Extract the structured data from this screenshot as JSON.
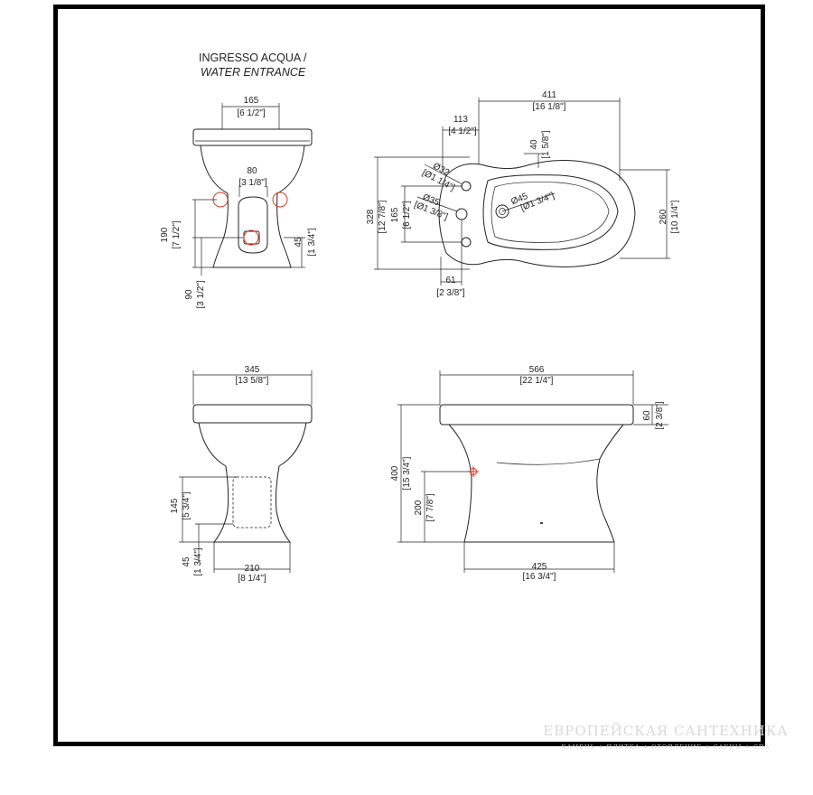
{
  "title": {
    "line1": "INGRESSO ACQUA /",
    "line2": "WATER ENTRANCE"
  },
  "dims": {
    "d165w": "165",
    "d165w_in": "[6 1/2\"]",
    "d80": "80",
    "d80_in": "[3 1/8\"]",
    "d190": "190",
    "d190_in": "[7 1/2\"]",
    "d45a": "45",
    "d45a_in": "[1 3/4\"]",
    "d90": "90",
    "d90_in": "[3 1/2\"]",
    "d411": "411",
    "d411_in": "[16 1/8\"]",
    "d113": "113",
    "d113_in": "[4 1/2\"]",
    "d40": "40",
    "d40_in": "[1 5/8\"]",
    "d32": "Ø32",
    "d32_in": "[Ø1 1/4\"]",
    "d35": "Ø35",
    "d35_in": "[Ø1 3/8\"]",
    "d45dia": "Ø45",
    "d45dia_in": "[Ø1 3/4\"]",
    "d328": "328",
    "d328_in": "[12 7/8\"]",
    "d165h": "165",
    "d165h_in": "[6 1/2\"]",
    "d260": "260",
    "d260_in": "[10 1/4\"]",
    "d61": "61",
    "d61_in": "[2 3/8\"]",
    "d345": "345",
    "d345_in": "[13 5/8\"]",
    "d145": "145",
    "d145_in": "[5 3/4\"]",
    "d45b": "45",
    "d45b_in": "[1 3/4\"]",
    "d210": "210",
    "d210_in": "[8 1/4\"]",
    "d566": "566",
    "d566_in": "[22 1/4\"]",
    "d60": "60",
    "d60_in": "[2 3/8\"]",
    "d400": "400",
    "d400_in": "[15 3/4\"]",
    "d200": "200",
    "d200_in": "[7 7/8\"]",
    "d425": "425",
    "d425_in": "[16 3/4\"]"
  },
  "watermark": {
    "line1": "ЕВРОПЕЙСКАЯ САНТЕХНИКА",
    "line2": "КАМЕНЬ ✦ ПЛИТКА ✦ ОТОПЛЕНИЕ ✦ САУНЫ ✦ СПА"
  },
  "colors": {
    "frame": "#000000",
    "line": "#222222",
    "water_marker": "#d43a2a"
  }
}
